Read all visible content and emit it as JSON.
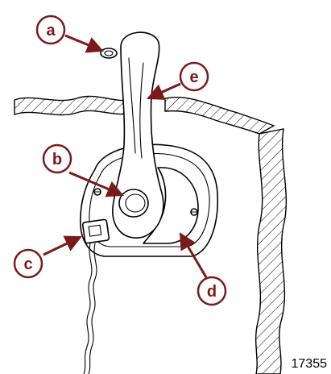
{
  "callouts": [
    {
      "id": "a",
      "label": "a"
    },
    {
      "id": "b",
      "label": "b"
    },
    {
      "id": "c",
      "label": "c"
    },
    {
      "id": "d",
      "label": "d"
    },
    {
      "id": "e",
      "label": "e"
    }
  ],
  "figure_number": "17355",
  "colors": {
    "callout": "#7a1a1a",
    "line_art": "#000000",
    "background": "#ffffff"
  }
}
